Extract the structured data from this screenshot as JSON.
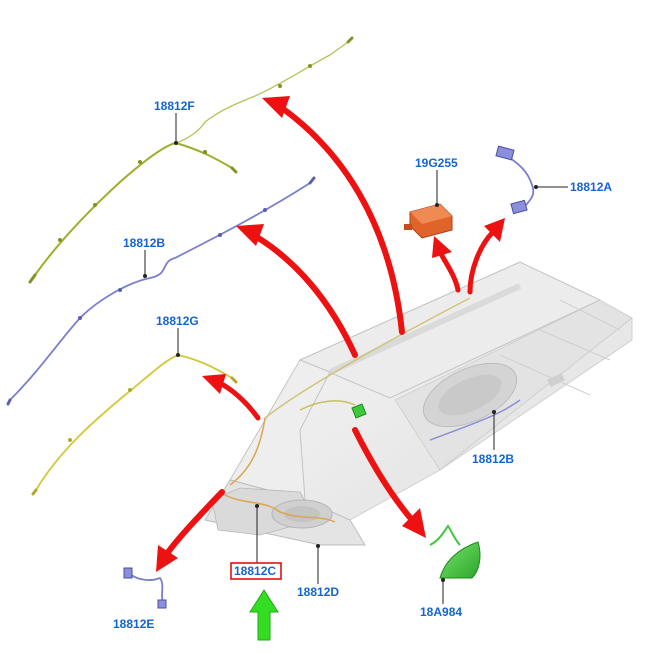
{
  "diagram": {
    "labels": {
      "f": "18812F",
      "b_top": "18812B",
      "g": "18812G",
      "g255": "19G255",
      "a": "18812A",
      "b_right": "18812B",
      "c": "18812C",
      "d": "18812D",
      "e": "18812E",
      "antenna": "18A984"
    },
    "highlighted_part": "18812C",
    "colors": {
      "label_text": "#1464d2",
      "callout_arrow": "#ee1111",
      "pointer_arrow": "#33dd22",
      "highlight_box": "#dd0000",
      "harness_f": "#9bb02c",
      "harness_b": "#7a7fcc",
      "harness_g": "#d2c83a",
      "module_19g255": "#e0642a",
      "antenna_18a984": "#3ec83c"
    }
  }
}
